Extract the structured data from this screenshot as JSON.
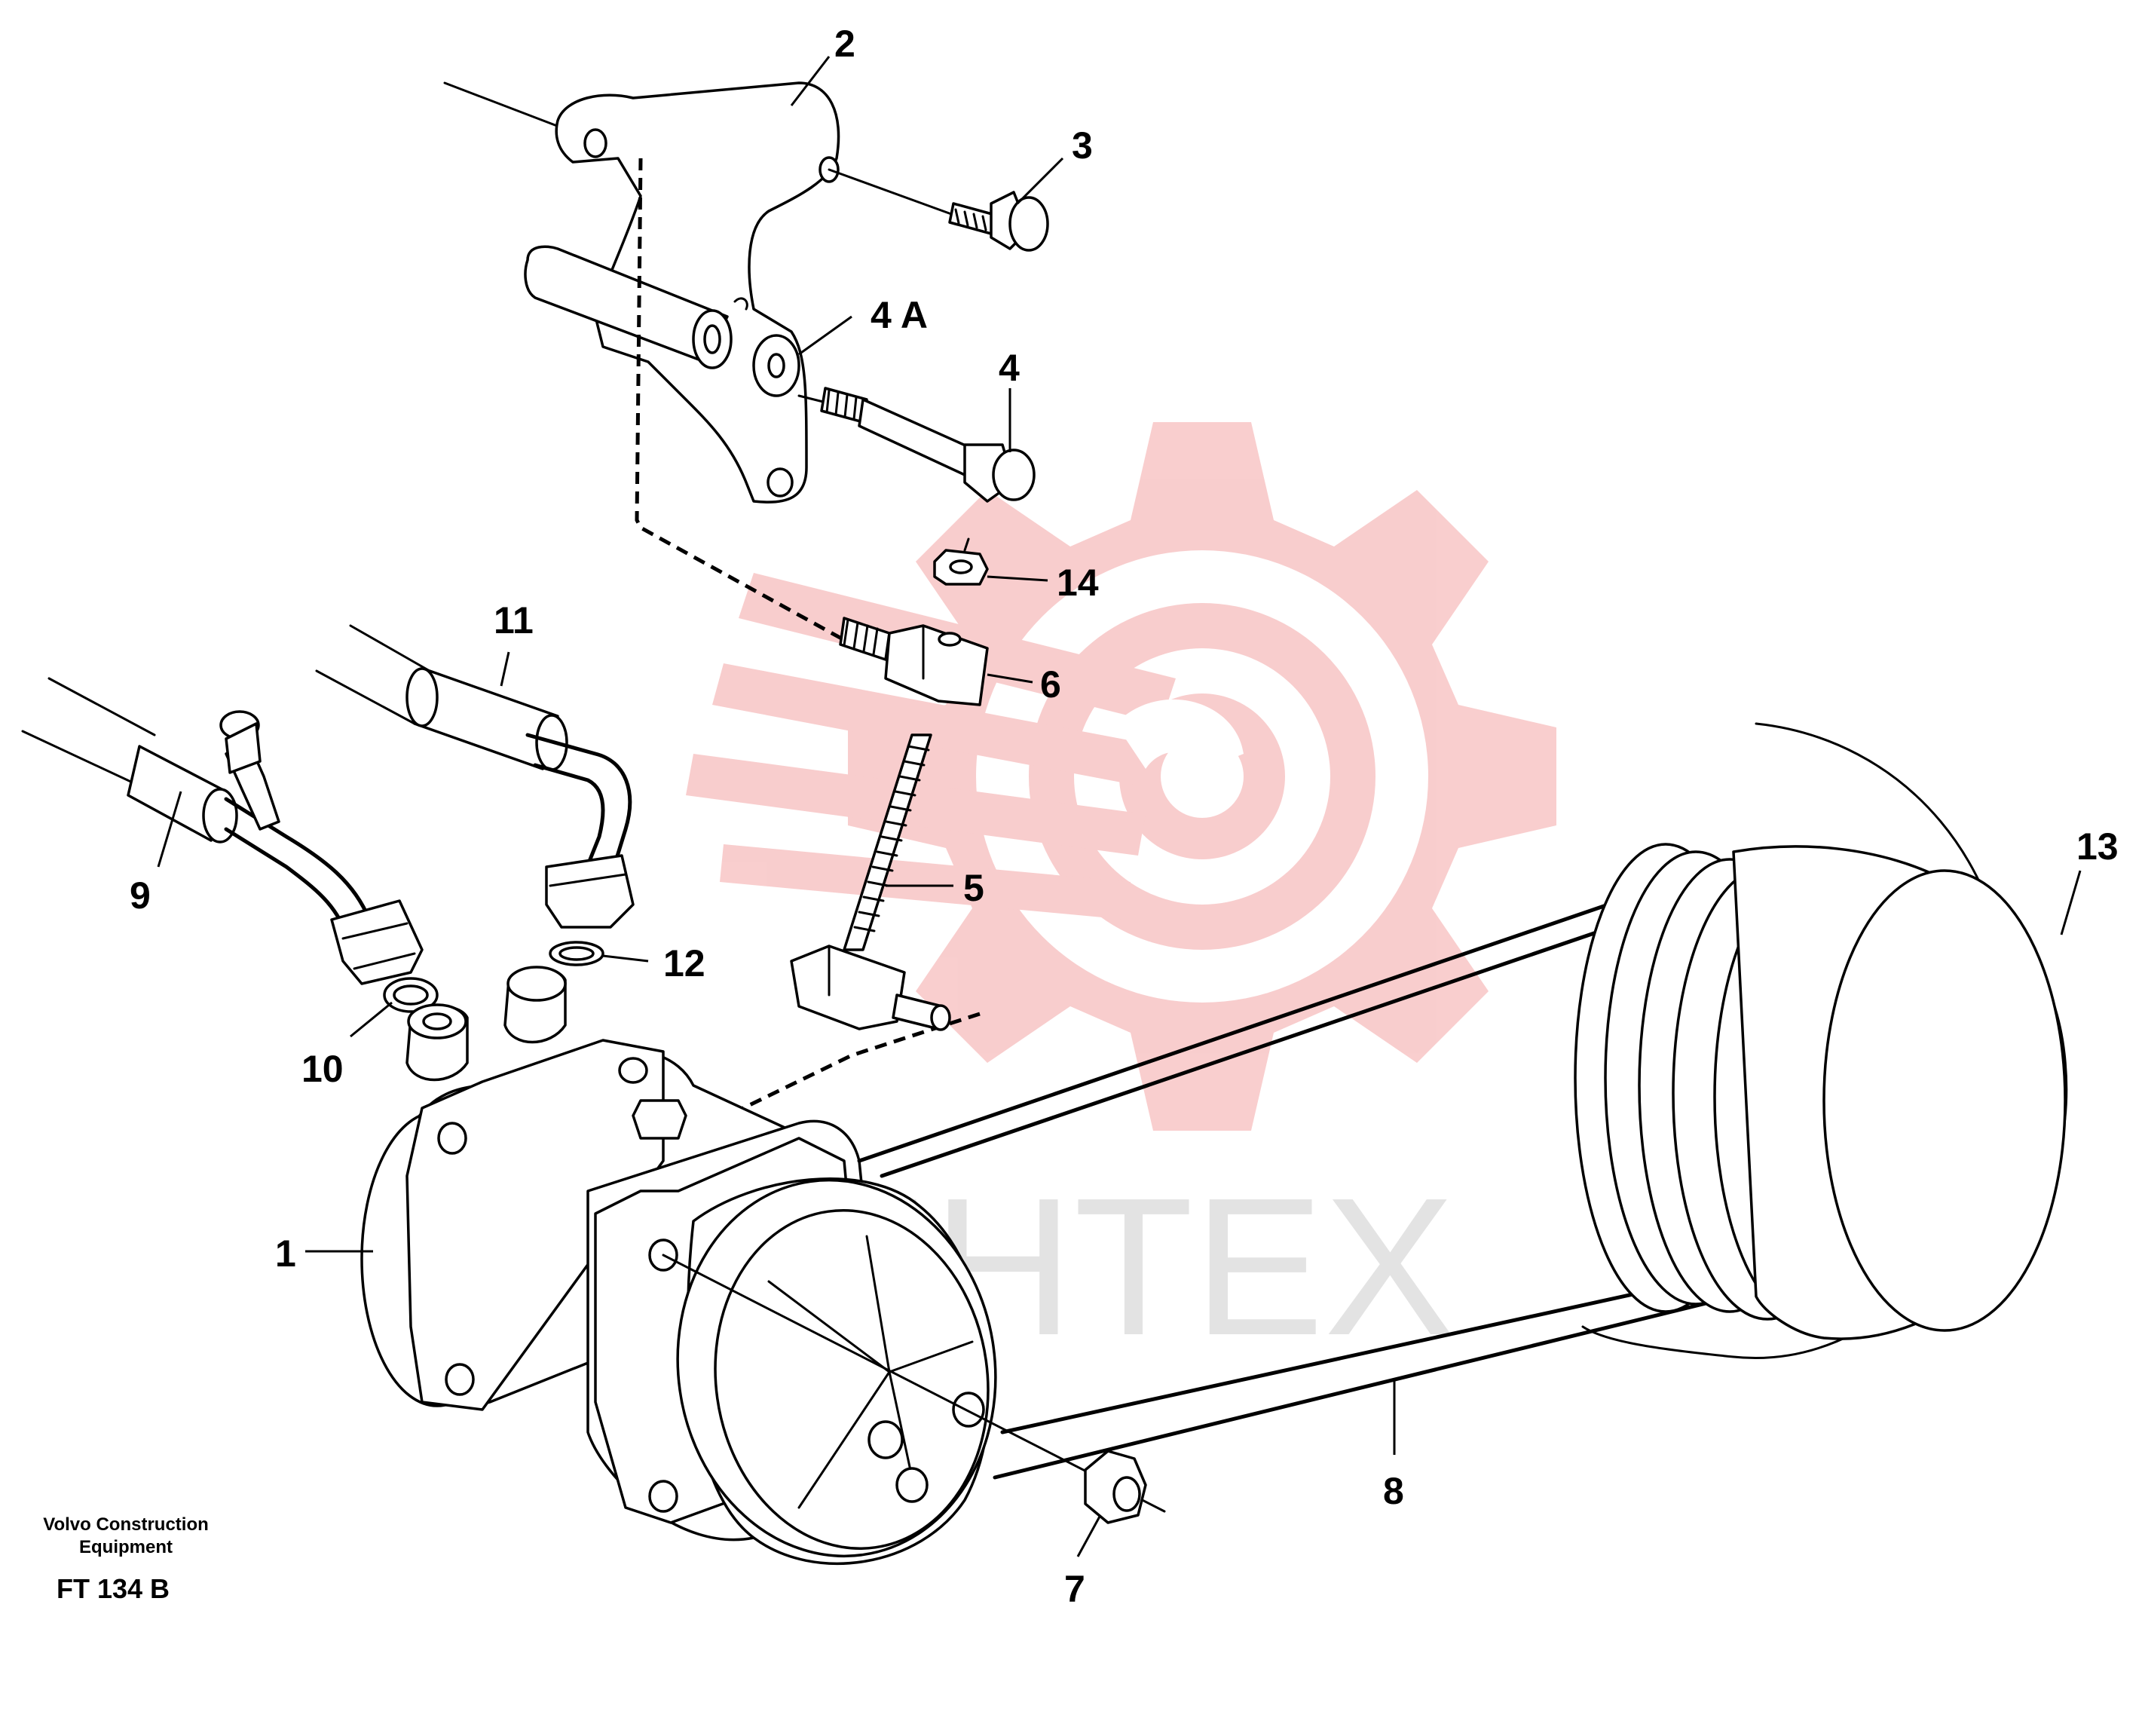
{
  "watermark": {
    "text": "ИНТЕХ",
    "gear_color": "#f4a5a5"
  },
  "callouts": [
    {
      "id": "c1",
      "text": "1"
    },
    {
      "id": "c2",
      "text": "2"
    },
    {
      "id": "c3",
      "text": "3"
    },
    {
      "id": "c4a",
      "text": "4 A"
    },
    {
      "id": "c4",
      "text": "4"
    },
    {
      "id": "c14",
      "text": "14"
    },
    {
      "id": "c6",
      "text": "6"
    },
    {
      "id": "c5",
      "text": "5"
    },
    {
      "id": "c11",
      "text": "11"
    },
    {
      "id": "c9",
      "text": "9"
    },
    {
      "id": "c12",
      "text": "12"
    },
    {
      "id": "c10",
      "text": "10"
    },
    {
      "id": "c13",
      "text": "13"
    },
    {
      "id": "c8",
      "text": "8"
    },
    {
      "id": "c7",
      "text": "7"
    }
  ],
  "footer": {
    "maker_line1": "Volvo Construction",
    "maker_line2": "Equipment",
    "figure_code": "FT 134 B"
  }
}
